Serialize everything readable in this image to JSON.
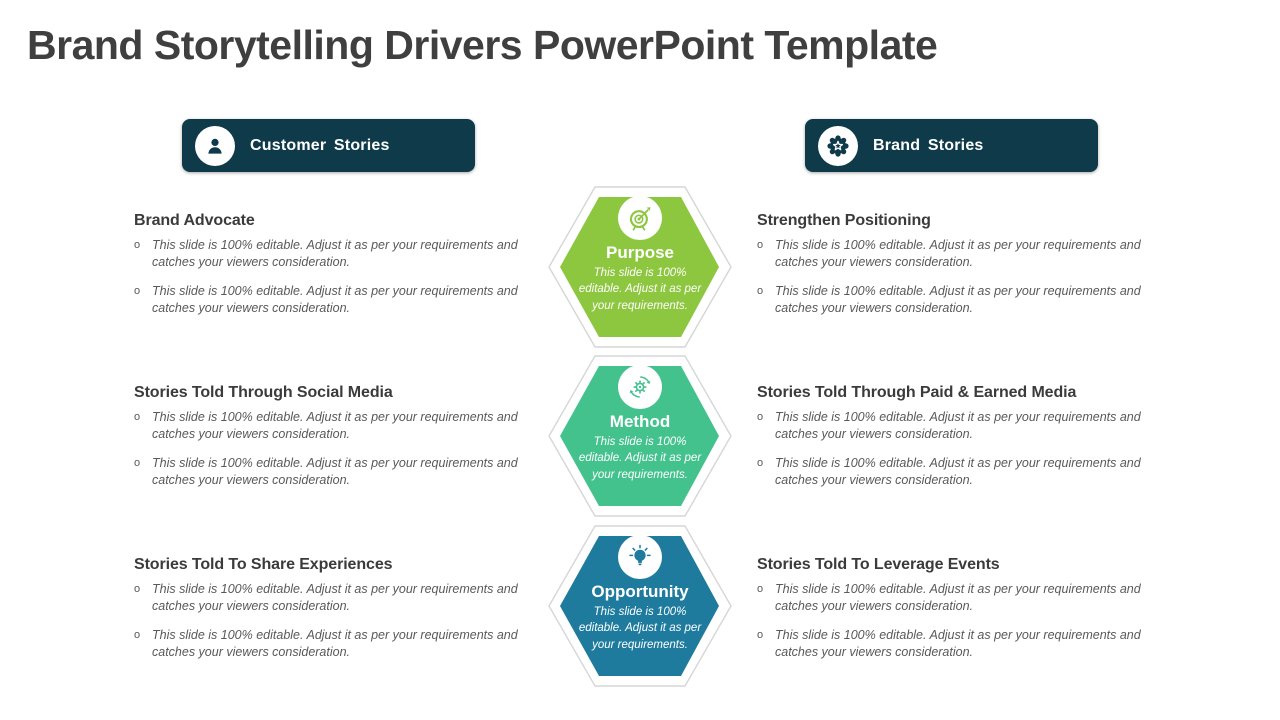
{
  "slide_title": "Brand Storytelling Drivers PowerPoint Template",
  "bullet_marker": "o",
  "colors": {
    "header_pill": "#0e3a49",
    "heading_text": "#3b3b3b",
    "body_text": "#595959",
    "hex_outline": "#d6d6d6"
  },
  "headers": {
    "left": {
      "label": "Customer Stories",
      "icon": "person-icon"
    },
    "right": {
      "label": "Brand Stories",
      "icon": "badge-icon"
    }
  },
  "hexagons": [
    {
      "label": "Purpose",
      "color": "#8dc63f",
      "icon": "target-icon",
      "body": "This slide is 100% editable. Adjust it as per your requirements."
    },
    {
      "label": "Method",
      "color": "#44c28e",
      "icon": "gear-icon",
      "body": "This slide is 100% editable. Adjust it as per your requirements."
    },
    {
      "label": "Opportunity",
      "color": "#1e7b9d",
      "icon": "lightbulb-icon",
      "body": "This slide is 100% editable. Adjust it as per your requirements."
    }
  ],
  "left_sections": [
    {
      "heading": "Brand Advocate",
      "bullets": [
        "This slide is 100% editable. Adjust it as per your requirements and catches your viewers consideration.",
        "This slide is 100% editable. Adjust it as per your requirements and catches your viewers consideration."
      ]
    },
    {
      "heading": "Stories Told Through Social Media",
      "bullets": [
        "This slide is 100% editable. Adjust it as per your requirements and catches your viewers consideration.",
        "This slide is 100% editable. Adjust it as per your requirements and catches your viewers consideration."
      ]
    },
    {
      "heading": "Stories Told To Share Experiences",
      "bullets": [
        "This slide is 100% editable. Adjust it as per your requirements and catches your viewers consideration.",
        "This slide is 100% editable. Adjust it as per your requirements and catches your viewers consideration."
      ]
    }
  ],
  "right_sections": [
    {
      "heading": "Strengthen Positioning",
      "bullets": [
        "This slide is 100% editable. Adjust it as per your requirements and catches your viewers consideration.",
        "This slide is 100% editable. Adjust it as per your requirements and catches your viewers consideration."
      ]
    },
    {
      "heading": "Stories Told Through Paid & Earned Media",
      "bullets": [
        "This slide is 100% editable. Adjust it as per your requirements and catches your viewers consideration.",
        "This slide is 100% editable. Adjust it as per your requirements and catches your viewers consideration."
      ]
    },
    {
      "heading": "Stories Told To Leverage Events",
      "bullets": [
        "This slide is 100% editable. Adjust it as per your requirements and catches your viewers consideration.",
        "This slide is 100% editable. Adjust it as per your requirements and catches your viewers consideration."
      ]
    }
  ]
}
